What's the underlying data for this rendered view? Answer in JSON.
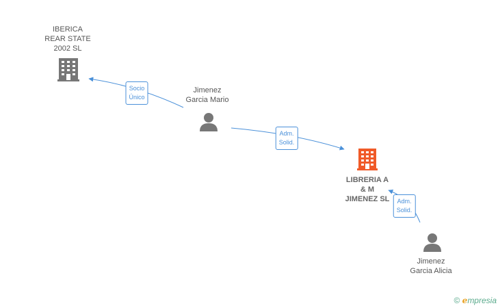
{
  "nodes": {
    "iberica": {
      "lines": [
        "IBERICA",
        "REAR STATE",
        "2002 SL"
      ],
      "type": "company",
      "color": "#777777"
    },
    "jimenez_mario": {
      "lines": [
        "Jimenez",
        "Garcia Mario"
      ],
      "type": "person",
      "color": "#777777"
    },
    "libreria": {
      "lines": [
        "LIBRERIA A",
        "& M",
        "JIMENEZ SL"
      ],
      "type": "company",
      "color": "#f05a28"
    },
    "jimenez_alicia": {
      "lines": [
        "Jimenez",
        "Garcia Alicia"
      ],
      "type": "person",
      "color": "#777777"
    }
  },
  "relations": [
    {
      "id": "rel-socio-unico",
      "lines": [
        "Socio",
        "Único"
      ]
    },
    {
      "id": "rel-adm-solid-mario",
      "lines": [
        "Adm.",
        "Solid."
      ]
    },
    {
      "id": "rel-adm-solid-alicia",
      "lines": [
        "Adm.",
        "Solid."
      ]
    }
  ],
  "brand": {
    "copyright": "©",
    "e": "e",
    "rest": "mpresia"
  },
  "colors": {
    "edge": "#4a90d9",
    "person": "#777777",
    "company": "#777777",
    "main_company": "#f05a28"
  }
}
